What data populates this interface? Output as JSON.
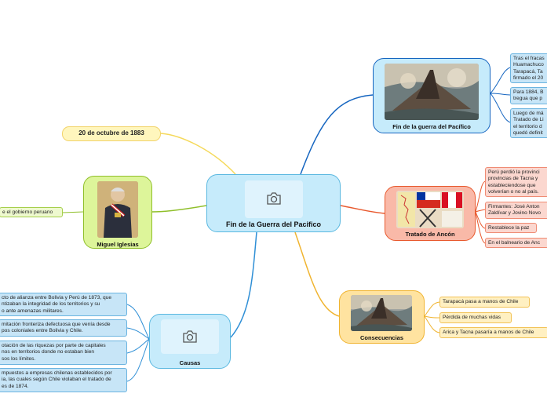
{
  "center": {
    "title": "Fin de la Guerra del Pacifico",
    "icon": "camera-icon"
  },
  "date": {
    "label": "20 de octubre de 1883"
  },
  "iglesias": {
    "label": "Miguel Iglesias",
    "leaf": "e el gobierno peruano"
  },
  "causas": {
    "label": "Causas",
    "icon": "camera-icon",
    "items": [
      "cto de alianza entre Bolivia y Perú de 1873, que\nntizaban la integridad de los territorios y su\no ante amenazas militares.",
      "mitación fronteriza defectuosa que venía desde\npos coloniales entre Bolivia y Chile.",
      "otación de las riquezas por parte de capitales\nnos en territorios donde no estaban bien\nsos los límites.",
      "mpuestos a empresas chilenas establecidos por\nia, las cuales según Chile violaban el tratado de\nes de 1874."
    ]
  },
  "fin_guerra": {
    "label": "Fin de la guerra del Pacífico",
    "items": [
      "Tras el fracas\nHuamachuco\nTarapacá, Ta\nfirmado el 20",
      "Para 1884, B\ntregua que p",
      "Luego de má\nTratado de Li\nel territorio d\nquedó definit"
    ]
  },
  "ancon": {
    "label": "Tratado de Ancón",
    "items": [
      "Perú perdió la provinci\nprovincias de Tacna y\nestableciendose que\nvolverían o no al país.",
      "Firmantes: José Anton\nZaldívar y Jovino Novo",
      "Restablece la paz",
      "En el balneario de Anc"
    ]
  },
  "consecuencias": {
    "label": "Consecuencias",
    "items": [
      "Tarapacá pasa a manos de Chile",
      "Pérdida de muchas vidas",
      "Arica y Tacna pasaría a manos de Chile"
    ]
  },
  "colors": {
    "blue": "#1565c0",
    "red": "#e8592e",
    "orange": "#f0b430",
    "yellow": "#f5d95a",
    "green": "#8fbf2a",
    "causas_line": "#2f8fd6"
  }
}
